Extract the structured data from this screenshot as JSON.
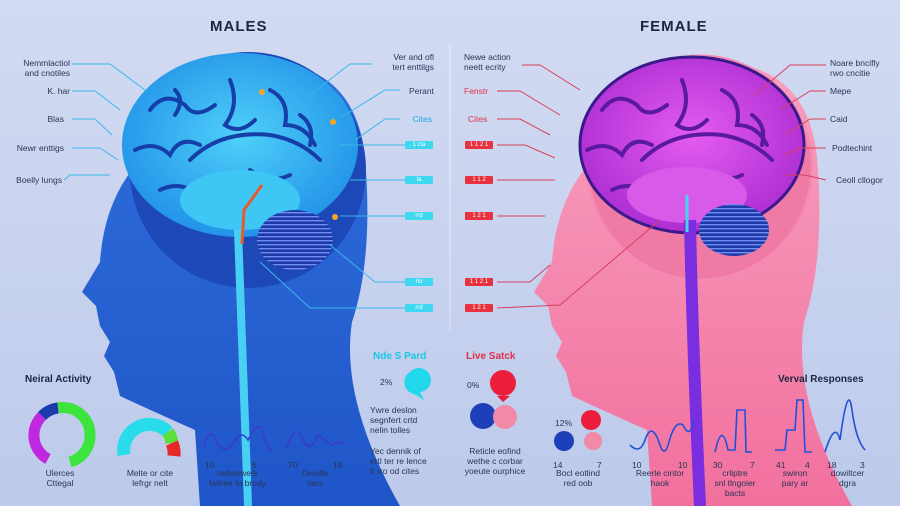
{
  "male": {
    "title": "MALES",
    "left_labels": [
      "Nemmlactiol\nand cnotiles",
      "K. har",
      "Blas",
      "Newr enttigs",
      "Boelly lungs"
    ],
    "right_labels": [
      "Ver and ofl\ntert enttilgs",
      "Perant",
      "Cites"
    ],
    "boxes": [
      "1 cta",
      "ta",
      "rrd",
      "rto",
      "rrd"
    ],
    "neural_title": "Neiral Activity",
    "donut_label": "Ulerces\nCttegal",
    "gauge_label": "Melte or cite\nlefrgr nelt",
    "wave1_ticks": [
      "10",
      "6"
    ],
    "wave1_label": "nelteowerk\nlwilme tu brody",
    "wave2_ticks": [
      "70",
      "19"
    ],
    "wave2_label": "Owalte\ntans",
    "side_title": "Nde S Pard",
    "side_pct": "2%",
    "side_text1": "Ywre deslon\nsegnfert crtd\nnelin tolles",
    "side_text2": "Yec dennik of\nertl ter re lence\nIt rro od cites"
  },
  "female": {
    "title": "FEMALE",
    "left_labels": [
      "Newe action\nneett ecrity",
      "Fenstr",
      "Cites"
    ],
    "right_labels": [
      "Noare bncifly\nrwo cncitie",
      "Mepe",
      "Caid",
      "Podtechint",
      "Ceoll cllogor"
    ],
    "boxes": [
      "1 1 2 1",
      "1 1 2",
      "1 2 1",
      "1 1 2 1",
      "1 2 1"
    ],
    "side_title": "Live Satck",
    "pct1": "0%",
    "pct2": "12%",
    "blob_label": "Reticle eofind\nwethe c corbar\nyoeute ourphice",
    "blob2_ticks": [
      "14",
      "7"
    ],
    "blob2_label": "Bocl eotlind\nred oob",
    "verbal_title": "Verval Responses",
    "wave_ticks": [
      [
        "10",
        "10"
      ],
      [
        "30",
        "7"
      ],
      [
        "41",
        "4"
      ],
      [
        "18",
        "3"
      ]
    ],
    "wave_labels": [
      "Reerle cintor\nhaok",
      "crliptre\nsnl tlngoier\nbacts",
      "swiron\npary ar",
      "dowiltcer\ndgra"
    ]
  },
  "colors": {
    "male_head": "#2b67d4",
    "male_brain": "#33b6f0",
    "female_head": "#f27aa6",
    "female_brain": "#c83ad8",
    "accent_cyan": "#22d6ec",
    "accent_red": "#e8323f"
  }
}
